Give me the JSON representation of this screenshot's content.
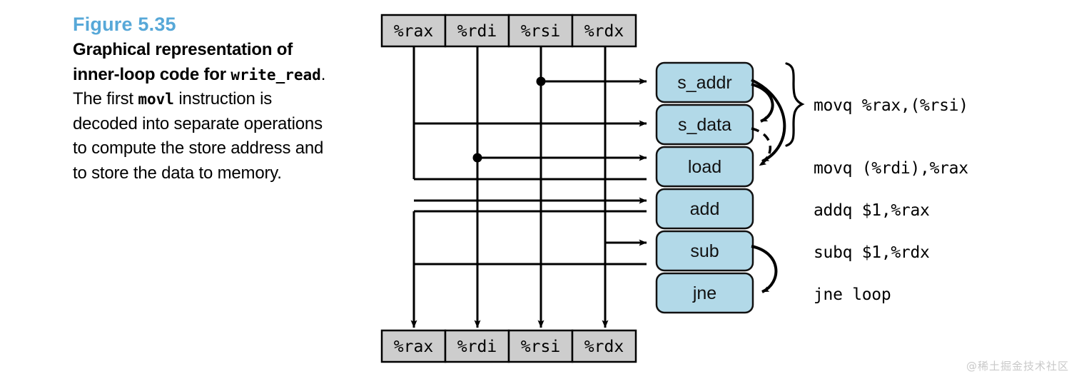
{
  "caption": {
    "figure_number": "Figure 5.35",
    "line1": "Graphical representation",
    "line2": "of inner-loop code",
    "line3_pre": "for ",
    "line3_mono": "write_read",
    "line3_post": ". The",
    "line4_pre": "first ",
    "line4_mono": "movl",
    "line4_post": " instruction is",
    "line5": "decoded into separate",
    "line6": "operations to compute the",
    "line7": "store address and to store",
    "line8": "the data to memory."
  },
  "colors": {
    "figure_number": "#57a8d8",
    "register_fill": "#cdcdcd",
    "operation_fill": "#b2d9e8",
    "stroke": "#000000",
    "watermark": "#c9c9c9"
  },
  "registers_top": [
    {
      "label": "%rax"
    },
    {
      "label": "%rdi"
    },
    {
      "label": "%rsi"
    },
    {
      "label": "%rdx"
    }
  ],
  "registers_bottom": [
    {
      "label": "%rax"
    },
    {
      "label": "%rdi"
    },
    {
      "label": "%rsi"
    },
    {
      "label": "%rdx"
    }
  ],
  "operations": [
    {
      "label": "s_addr"
    },
    {
      "label": "s_data"
    },
    {
      "label": "load"
    },
    {
      "label": "add"
    },
    {
      "label": "sub"
    },
    {
      "label": "jne"
    }
  ],
  "instructions": [
    {
      "label": "movq %rax,(%rsi)"
    },
    {
      "label": "movq (%rdi),%rax"
    },
    {
      "label": "addq $1,%rax"
    },
    {
      "label": "subq $1,%rdx"
    },
    {
      "label": "jne loop"
    }
  ],
  "watermark": {
    "text": "@稀土掘金技术社区"
  }
}
